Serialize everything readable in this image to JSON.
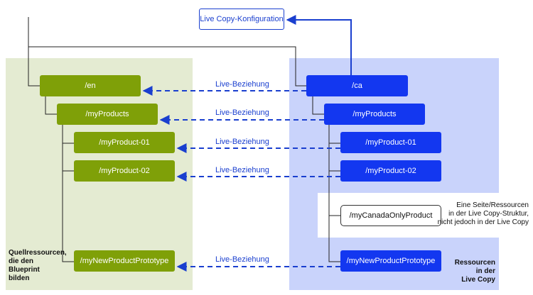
{
  "config_box": {
    "label": "Live Copy-Konfiguration"
  },
  "relation_label": "Live-Beziehung",
  "source_nodes": [
    {
      "label": "/en"
    },
    {
      "label": "/myProducts"
    },
    {
      "label": "/myProduct-01"
    },
    {
      "label": "/myProduct-02"
    },
    {
      "label": "/myNewProductPrototype"
    }
  ],
  "copy_nodes": [
    {
      "label": "/ca"
    },
    {
      "label": "/myProducts"
    },
    {
      "label": "/myProduct-01"
    },
    {
      "label": "/myProduct-02"
    },
    {
      "label": "/myCanadaOnlyProduct"
    },
    {
      "label": "/myNewProductPrototype"
    }
  ],
  "relations": [
    {
      "label": "Live-Beziehung"
    },
    {
      "label": "Live-Beziehung"
    },
    {
      "label": "Live-Beziehung"
    },
    {
      "label": "Live-Beziehung"
    },
    {
      "label": "Live-Beziehung"
    }
  ],
  "notes": {
    "source_resources": [
      "Quellressourcen,",
      "die den",
      "Blueprint",
      "bilden"
    ],
    "copy_resources": [
      "Ressourcen",
      "in der",
      "Live Copy"
    ],
    "canada_only": [
      "Eine Seite/Ressourcen",
      "in der Live Copy-Struktur,",
      "nicht jedoch in der Live Copy"
    ]
  },
  "colors": {
    "green_node": "#7fa008",
    "blue_node": "#1337f0",
    "left_panel": "#e4ebd2",
    "right_panel": "#c9d3fb",
    "relation_line": "#1a3fcf"
  }
}
